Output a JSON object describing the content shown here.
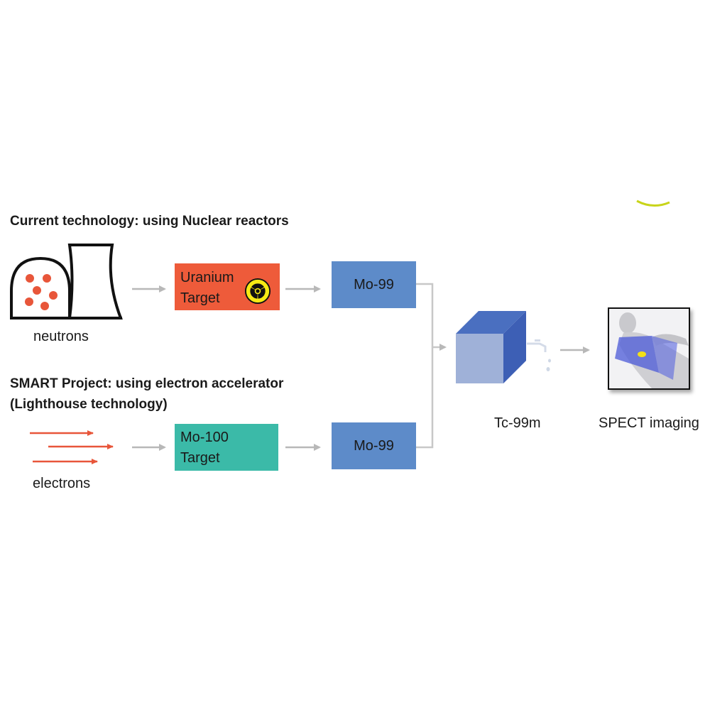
{
  "top_section": {
    "heading": "Current technology: using Nuclear reactors",
    "source_label": "neutrons",
    "target_line1": "Uranium",
    "target_line2": "Target",
    "product": "Mo-99"
  },
  "bottom_section": {
    "heading_line1": "SMART Project: using electron accelerator",
    "heading_line2": "(Lighthouse technology)",
    "source_label": "electrons",
    "target_line1": "Mo-100",
    "target_line2": "Target",
    "product": "Mo-99"
  },
  "generator_label": "Tc-99m",
  "imaging_label": "SPECT imaging",
  "colors": {
    "uranium_target": "#ee5b3a",
    "mo100_target": "#3bbaa8",
    "mo99_box": "#5d8bc9",
    "arrow": "#b8b8b8",
    "electron_arrow": "#e8563a",
    "particle": "#e8563a"
  }
}
